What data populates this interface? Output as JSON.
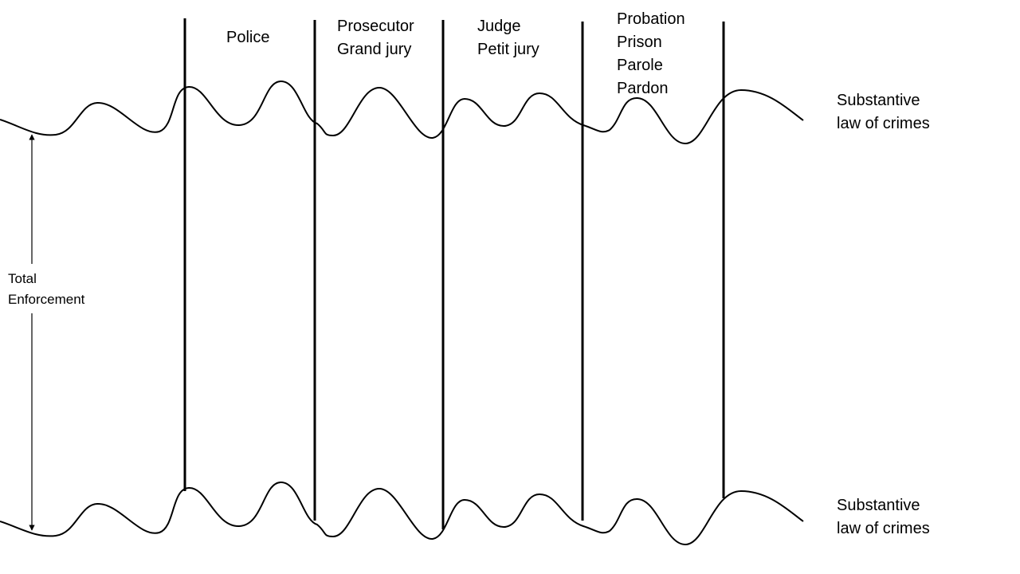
{
  "stages": {
    "police": {
      "lines": [
        "Police"
      ]
    },
    "prosecution": {
      "lines": [
        "Prosecutor",
        "Grand jury"
      ]
    },
    "adjudication": {
      "lines": [
        "Judge",
        "Petit jury"
      ]
    },
    "corrections": {
      "lines": [
        "Probation",
        "Prison",
        "Parole",
        "Pardon"
      ]
    }
  },
  "boundaries": {
    "top": {
      "lines": [
        "Substantive",
        "law of crimes"
      ]
    },
    "bottom": {
      "lines": [
        "Substantive",
        "law of crimes"
      ]
    }
  },
  "measure": {
    "lines": [
      "Total",
      "Enforcement"
    ]
  },
  "colors": {
    "stroke": "#000000",
    "background": "#ffffff"
  }
}
